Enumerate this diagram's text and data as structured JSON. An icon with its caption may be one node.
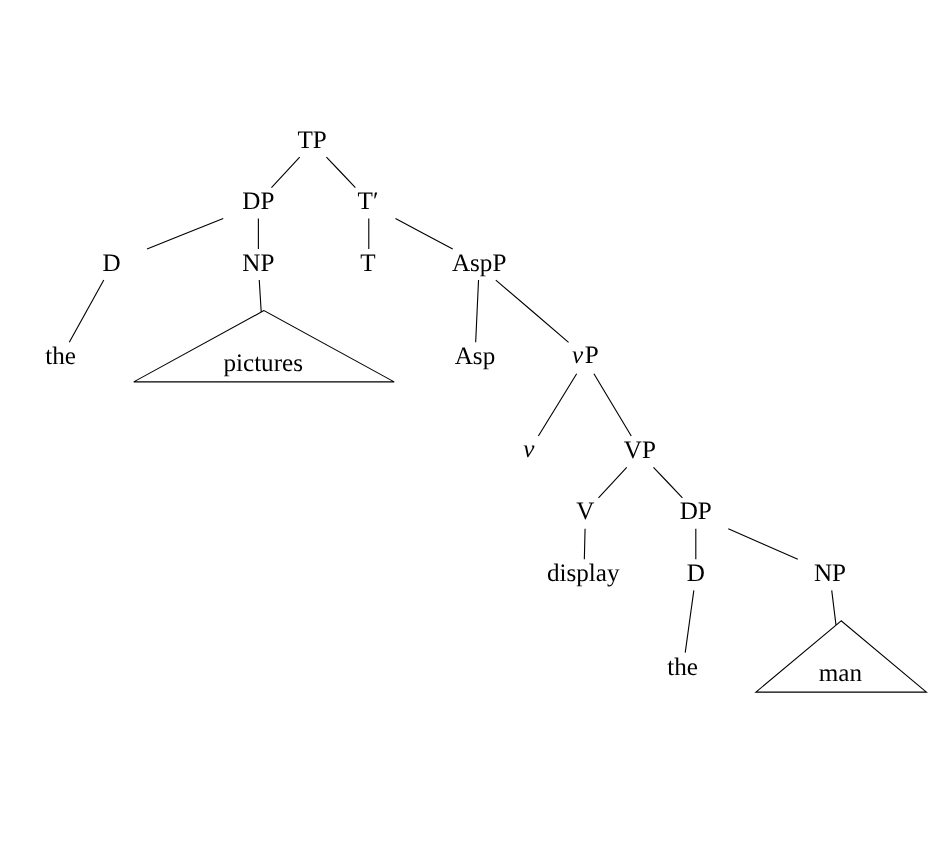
{
  "diagram": {
    "nodes": [
      {
        "text": [
          "TP"
        ]
      },
      {
        "text": [
          "DP"
        ]
      },
      {
        "text": [
          "T′"
        ]
      },
      {
        "text": [
          "D"
        ]
      },
      {
        "text": [
          "NP"
        ]
      },
      {
        "text": [
          "the"
        ]
      },
      {
        "text": [
          "pictures"
        ]
      },
      {
        "text": [
          "T"
        ]
      },
      {
        "text": [
          "AspP"
        ]
      },
      {
        "text": [
          "Asp"
        ]
      },
      {
        "text": [
          "vP"
        ]
      },
      {
        "text": [
          "v"
        ]
      },
      {
        "text": [
          "VP"
        ]
      },
      {
        "text": [
          "V"
        ]
      },
      {
        "text": [
          "DP"
        ]
      },
      {
        "text": [
          "display"
        ]
      },
      {
        "text": [
          "D"
        ]
      },
      {
        "text": [
          "NP"
        ]
      },
      {
        "text": [
          "the"
        ]
      },
      {
        "text": [
          "man"
        ]
      }
    ],
    "edges": [
      {
        "from": 0,
        "to": 1,
        "arrow": "none"
      },
      {
        "from": 0,
        "to": 2,
        "arrow": "none"
      },
      {
        "from": 1,
        "to": 3,
        "arrow": "none"
      },
      {
        "from": 1,
        "to": 4,
        "arrow": "none"
      },
      {
        "from": 3,
        "to": 5,
        "arrow": "none"
      },
      {
        "from": 4,
        "to": 6,
        "arrow": "none"
      },
      {
        "from": 2,
        "to": 7,
        "arrow": "none"
      },
      {
        "from": 2,
        "to": 8,
        "arrow": "none"
      },
      {
        "from": 8,
        "to": 9,
        "arrow": "none"
      },
      {
        "from": 8,
        "to": 10,
        "arrow": "none"
      },
      {
        "from": 10,
        "to": 11,
        "arrow": "none"
      },
      {
        "from": 10,
        "to": 12,
        "arrow": "none"
      },
      {
        "from": 12,
        "to": 13,
        "arrow": "none"
      },
      {
        "from": 12,
        "to": 14,
        "arrow": "none"
      },
      {
        "from": 13,
        "to": 15,
        "arrow": "none"
      },
      {
        "from": 14,
        "to": 16,
        "arrow": "none"
      },
      {
        "from": 14,
        "to": 17,
        "arrow": "none"
      },
      {
        "from": 16,
        "to": 18,
        "arrow": "none"
      },
      {
        "from": 17,
        "to": 19,
        "arrow": "none"
      }
    ]
  }
}
